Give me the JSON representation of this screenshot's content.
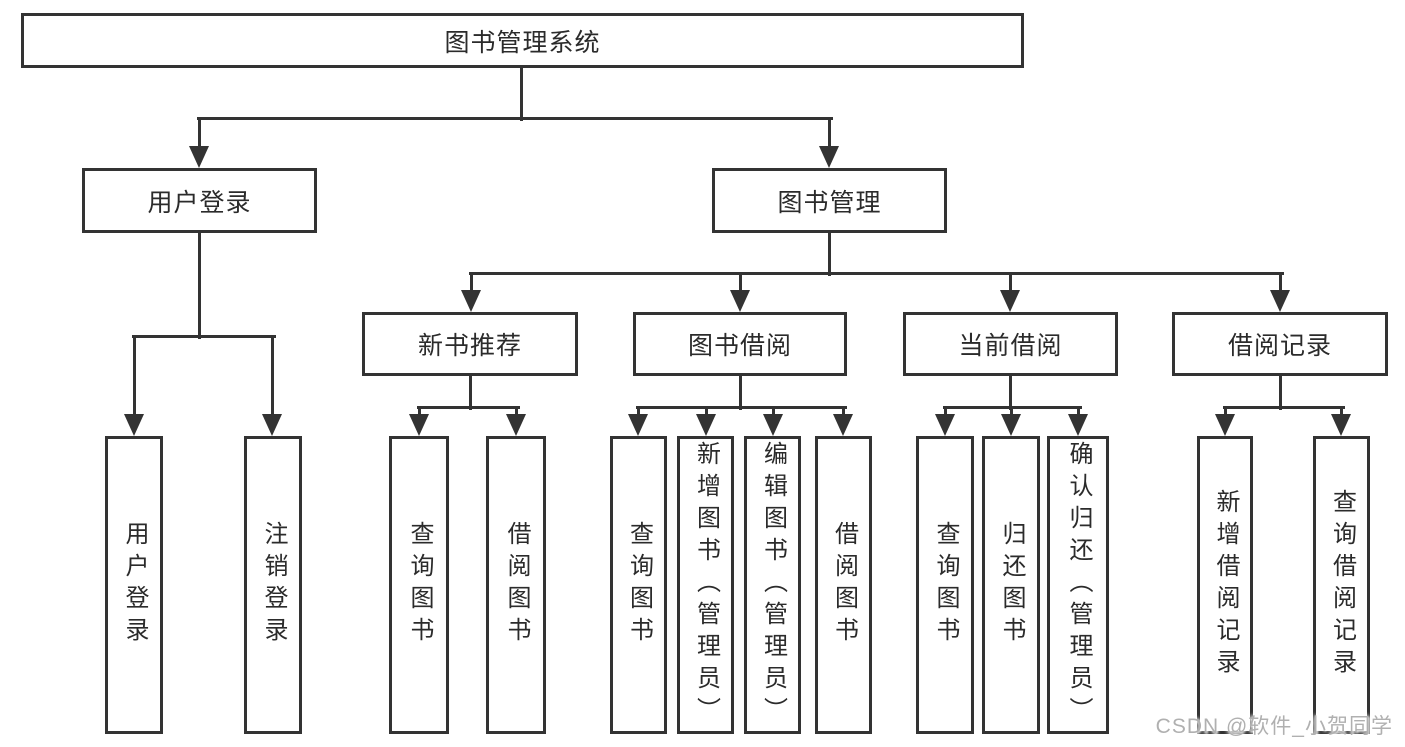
{
  "tree": {
    "root": {
      "label": "图书管理系统"
    },
    "branches": [
      {
        "label": "用户登录",
        "children": [
          {
            "label": "用户登录"
          },
          {
            "label": "注销登录"
          }
        ]
      },
      {
        "label": "图书管理",
        "children": [
          {
            "label": "新书推荐",
            "children": [
              {
                "label": "查询图书"
              },
              {
                "label": "借阅图书"
              }
            ]
          },
          {
            "label": "图书借阅",
            "children": [
              {
                "label": "查询图书"
              },
              {
                "label": "新增图书（管理员）"
              },
              {
                "label": "编辑图书（管理员）"
              },
              {
                "label": "借阅图书"
              }
            ]
          },
          {
            "label": "当前借阅",
            "children": [
              {
                "label": "查询图书"
              },
              {
                "label": "归还图书"
              },
              {
                "label": "确认归还（管理员）"
              }
            ]
          },
          {
            "label": "借阅记录",
            "children": [
              {
                "label": "新增借阅记录"
              },
              {
                "label": "查询借阅记录"
              }
            ]
          }
        ]
      }
    ]
  },
  "watermark": {
    "text": "CSDN @软件_小贺同学",
    "color": "#b0b0b0"
  },
  "colors": {
    "line": "#333333",
    "box_border": "#333333",
    "box_fill": "#ffffff",
    "text": "#2b2b2b",
    "background": "#ffffff"
  }
}
